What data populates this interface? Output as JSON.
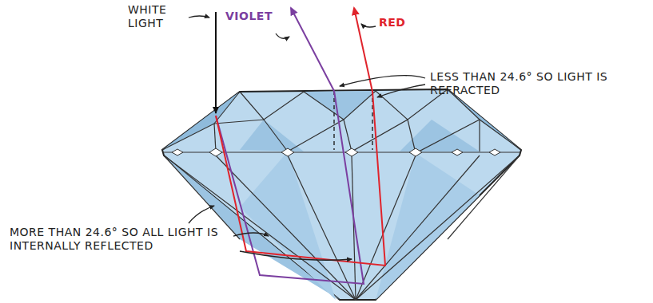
{
  "diagram": {
    "labels": [
      "WHITE LIGHT",
      "VIOLET",
      "RED",
      "LESS THAN 24.6° SO LIGHT IS REFRACTED",
      "MORE THAN 24.6° SO ALL LIGHT IS INTERNALLY REFLECTED"
    ]
  }
}
